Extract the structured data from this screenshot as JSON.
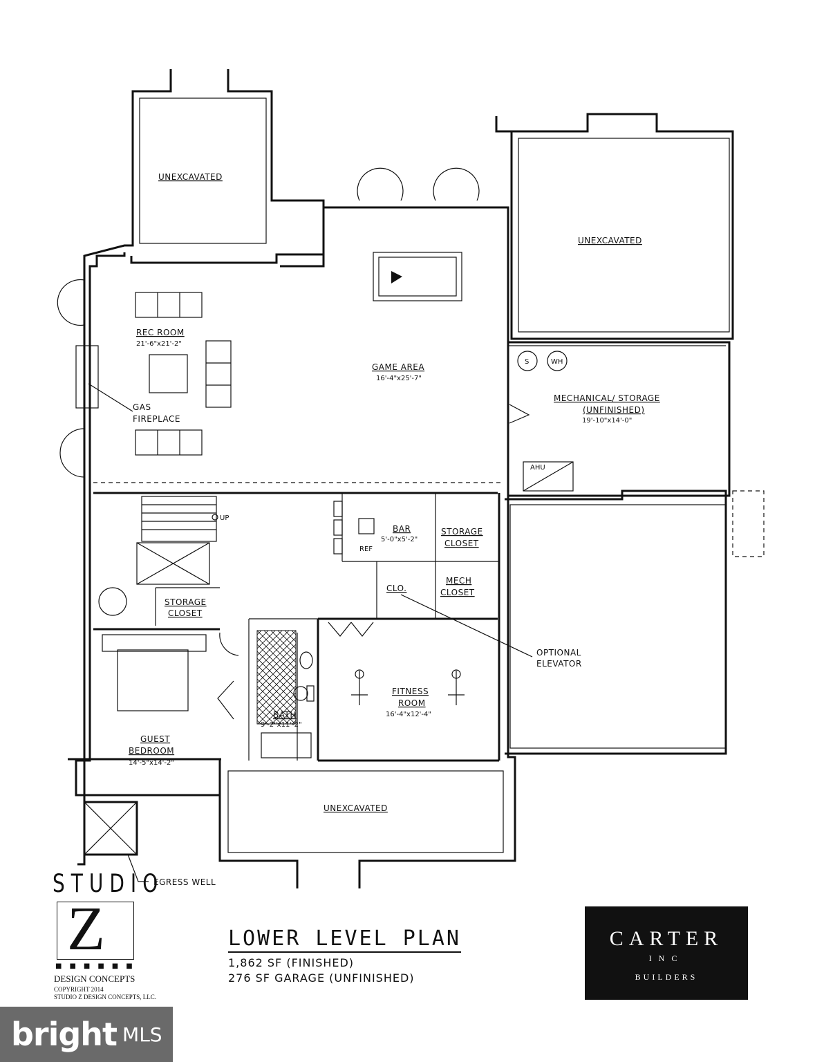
{
  "labels": {
    "unexcavated_top_left": "UNEXCAVATED",
    "unexcavated_top_right": "UNEXCAVATED",
    "unexcavated_bottom": "UNEXCAVATED",
    "rec_room": "REC ROOM",
    "rec_room_dim": "21'-6\"x21'-2\"",
    "gas_fireplace_line1": "GAS",
    "gas_fireplace_line2": "FIREPLACE",
    "game_area": "GAME AREA",
    "game_area_dim": "16'-4\"x25'-7\"",
    "mechanical_storage": "MECHANICAL/ STORAGE",
    "unfinished": "(UNFINISHED)",
    "mechanical_dim": "19'-10\"x14'-0\"",
    "ahu": "AHU",
    "s_tag": "S",
    "wh_tag": "WH",
    "up": "UP",
    "bar": "BAR",
    "bar_dim": "5'-0\"x5'-2\"",
    "ref": "REF",
    "storage_closet_right_1": "STORAGE",
    "storage_closet_right_2": "CLOSET",
    "storage_closet_left_1": "STORAGE",
    "storage_closet_left_2": "CLOSET",
    "clo": "CLO.",
    "mech_closet_1": "MECH",
    "mech_closet_2": "CLOSET",
    "optional_elevator_1": "OPTIONAL",
    "optional_elevator_2": "ELEVATOR",
    "fitness_room_1": "FITNESS",
    "fitness_room_2": "ROOM",
    "fitness_dim": "16'-4\"x12'-4\"",
    "bath": "BATH",
    "bath_dim": "9'-2\"x11'-2\"",
    "guest_1": "GUEST",
    "guest_2": "BEDROOM",
    "guest_dim": "14'-5\"x14'-2\"",
    "egress_well": "EGRESS WELL"
  },
  "title": {
    "main": "LOWER LEVEL PLAN",
    "line1": "1,862 SF (FINISHED)",
    "line2": "276 SF GARAGE (UNFINISHED)"
  },
  "studio": {
    "word": "STUDIO",
    "letter": "Z",
    "dots": "■■■■■■",
    "design": "DESIGN CONCEPTS",
    "copy1": "COPYRIGHT 2014",
    "copy2": "STUDIO Z DESIGN CONCEPTS, LLC."
  },
  "carter": {
    "name": "CARTER",
    "inc": "INC",
    "builders": "BUILDERS"
  },
  "watermark": {
    "brand": "bright",
    "mls": "MLS"
  }
}
